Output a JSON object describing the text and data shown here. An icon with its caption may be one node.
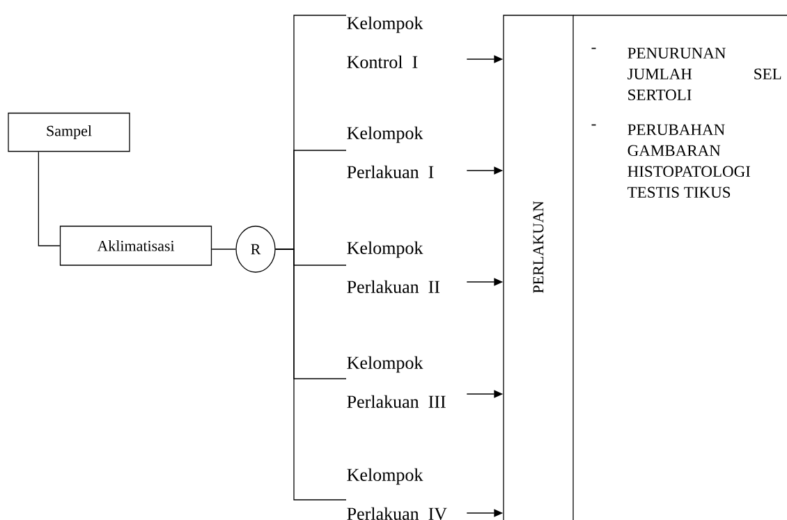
{
  "diagram": {
    "nodes": [
      {
        "text": [
          "Sampel"
        ]
      },
      {
        "text": [
          "Aklimatisasi"
        ]
      },
      {
        "text": [
          "R"
        ]
      },
      {
        "text": [
          "Kelompok Kontrol I"
        ]
      },
      {
        "text": [
          "Kelompok Perlakuan I"
        ]
      },
      {
        "text": [
          "Kelompok Perlakuan II"
        ]
      },
      {
        "text": [
          "Kelompok Perlakuan III"
        ]
      },
      {
        "text": [
          "Kelompok Perlakuan IV"
        ]
      },
      {
        "text": [
          "PERLAKUAN"
        ]
      },
      {
        "text": [
          "PENURUNAN JUMLAH SEL SERTOLI",
          "PERUBAHAN GAMBARAN HISTOPATOLOGI TESTIS TIKUS"
        ]
      }
    ],
    "edges": [
      {
        "from": 0,
        "to": 1,
        "arrow": "none"
      },
      {
        "from": 1,
        "to": 2,
        "arrow": "none"
      },
      {
        "from": 2,
        "to": 3,
        "arrow": "none"
      },
      {
        "from": 2,
        "to": 4,
        "arrow": "none"
      },
      {
        "from": 2,
        "to": 5,
        "arrow": "none"
      },
      {
        "from": 2,
        "to": 6,
        "arrow": "none"
      },
      {
        "from": 2,
        "to": 7,
        "arrow": "none"
      },
      {
        "from": 3,
        "to": 8,
        "arrow": "to"
      },
      {
        "from": 4,
        "to": 8,
        "arrow": "to"
      },
      {
        "from": 5,
        "to": 8,
        "arrow": "to"
      },
      {
        "from": 6,
        "to": 8,
        "arrow": "to"
      },
      {
        "from": 7,
        "to": 8,
        "arrow": "to"
      }
    ],
    "labels": [
      "-",
      "-"
    ]
  }
}
